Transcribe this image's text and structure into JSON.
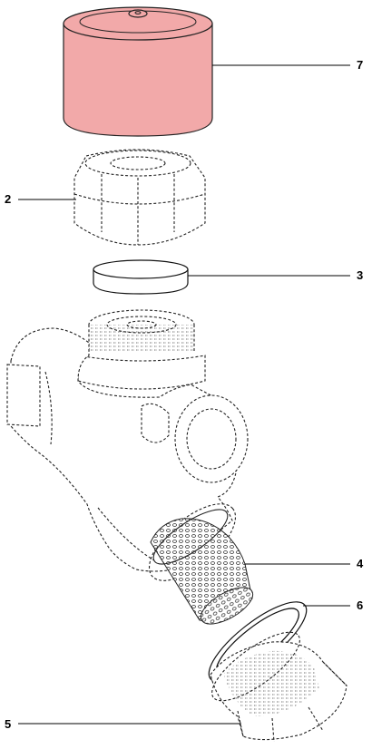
{
  "colors": {
    "highlight_part_fill": "#f2a9a9",
    "highlight_part_stroke": "#222222",
    "line": "#000000",
    "background": "#ffffff"
  },
  "callouts": [
    {
      "id": "7",
      "label": "7"
    },
    {
      "id": "2",
      "label": "2"
    },
    {
      "id": "3",
      "label": "3"
    },
    {
      "id": "4",
      "label": "4"
    },
    {
      "id": "6",
      "label": "6"
    },
    {
      "id": "5",
      "label": "5"
    }
  ]
}
